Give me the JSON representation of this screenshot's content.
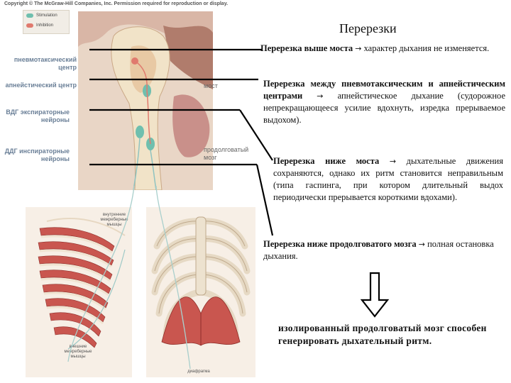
{
  "figure": {
    "copyright": "Copyright © The McGraw-Hill Companies, Inc. Permission required for reproduction or display.",
    "legend": [
      {
        "label": "Stimulation",
        "color": "#6fbfae"
      },
      {
        "label": "Inhibition",
        "color": "#e07a6e"
      }
    ],
    "labels": {
      "pneumotaxic": "пневмотаксический центр",
      "apneustic": "апнейстический центр",
      "vdg": "ВДГ экспираторные нейроны",
      "ddg": "ДДГ инспираторные нейроны",
      "pons": "мост",
      "medulla": "продолговатый мозг",
      "internal_intercostal": "внутренние межреберные мышцы",
      "external_intercostal": "внешние межреберные мышцы",
      "diaphragm": "диафрагма"
    }
  },
  "title": "Перерезки",
  "paragraphs": [
    {
      "lead": "Перерезка выше моста",
      "arrow": "→",
      "text": " характер дыхания не изменяется."
    },
    {
      "lead": "Перерезка между пневмотаксическим и апнейстическим центрами",
      "arrow": "→",
      "text": " апнейстическое дыхание (судорожное непрекращающееся усилие вдохнуть, изредка прерываемое выдохом)."
    },
    {
      "lead": "Перерезка ниже моста",
      "arrow": "→",
      "text": " дыхательные движения сохраняются, однако их ритм становится неправильным (типа гаспинга, при котором длительный выдох периодически прерывается короткими вдохами)."
    },
    {
      "lead": "Перерезка ниже продолговатого мозга",
      "arrow": "→",
      "text": " полная остановка дыхания."
    }
  ],
  "conclusion": "изолированный продолговатый мозг способен генерировать дыхательный ритм."
}
